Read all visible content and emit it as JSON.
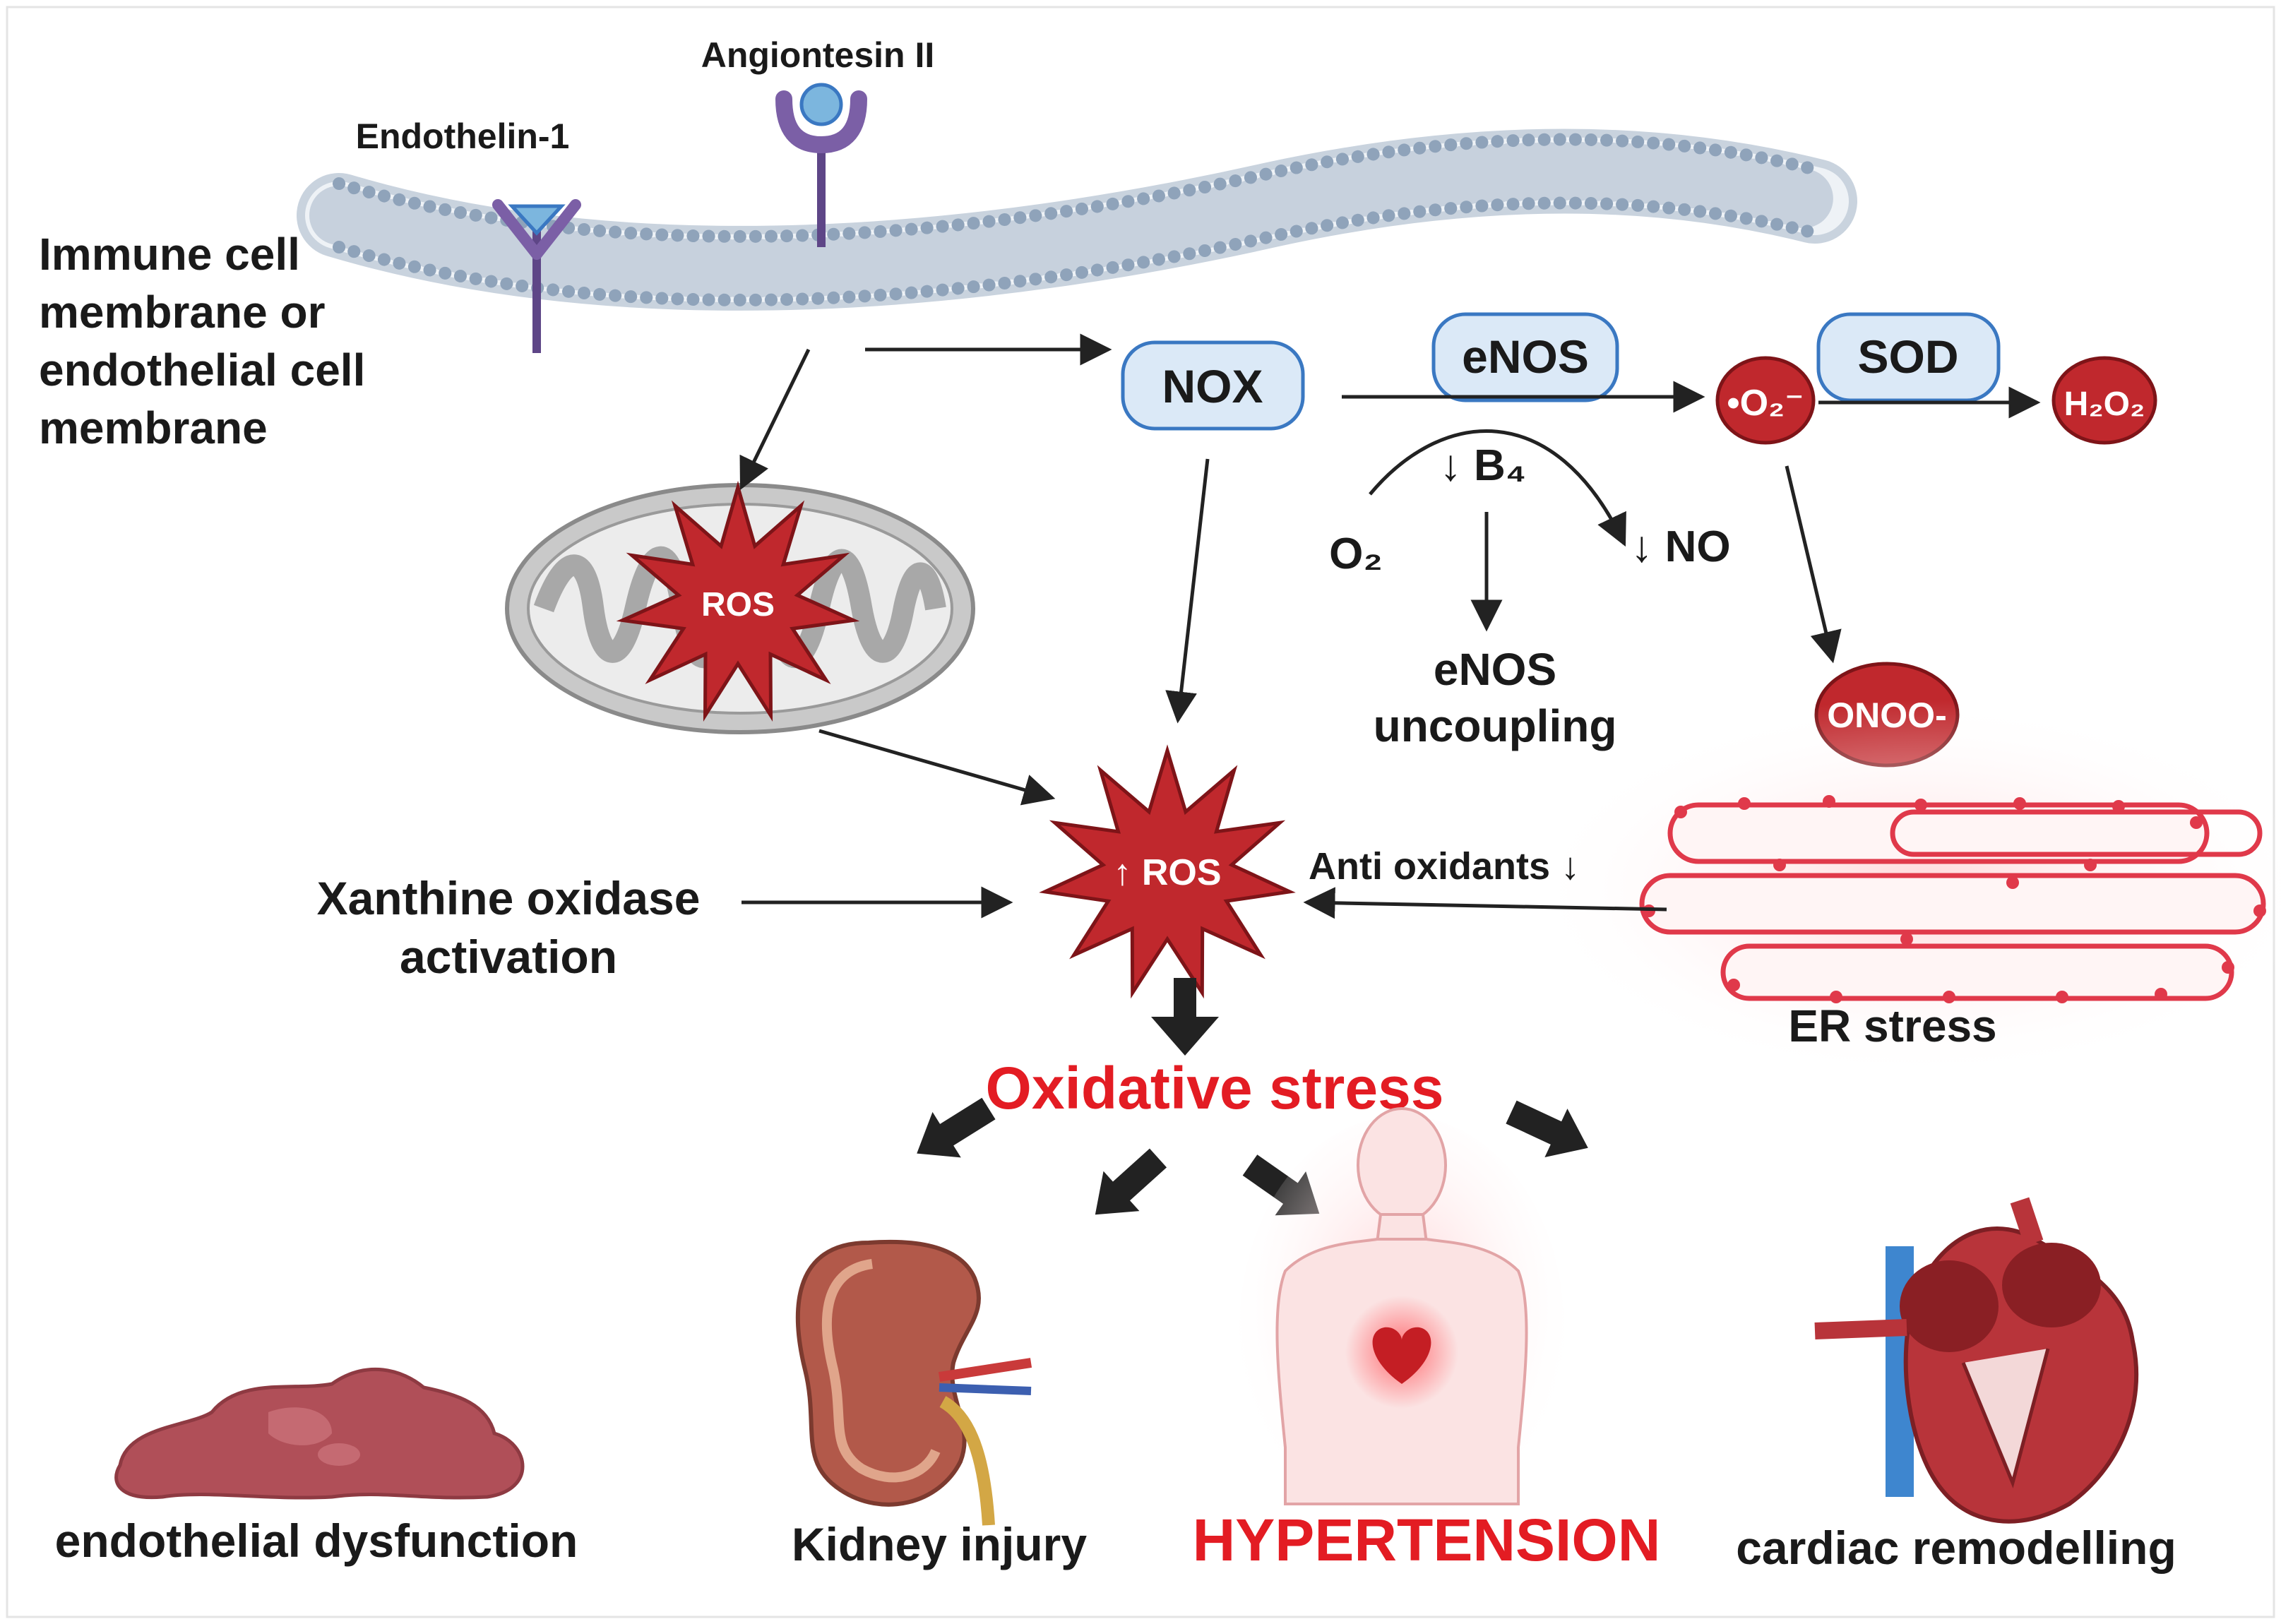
{
  "labels": {
    "angiotensin": "Angiontesin II",
    "endothelin": "Endothelin-1",
    "membrane": [
      "Immune cell",
      "membrane or",
      "endothelial cell",
      "membrane"
    ],
    "nox": "NOX",
    "enos": "eNOS",
    "sod": "SOD",
    "superoxide": "•O₂⁻",
    "h2o2": "H₂O₂",
    "b4": "↓ B₄",
    "o2": "O₂",
    "no": "↓ NO",
    "enos_uncoupling": [
      "eNOS",
      "uncoupling"
    ],
    "ros_mito": "ROS",
    "ros_up": "↑ ROS",
    "onoo": "ONOO-",
    "xanthine": [
      "Xanthine oxidase",
      "activation"
    ],
    "antioxidants": "Anti oxidants ↓",
    "er_stress": "ER stress",
    "oxidative_stress": "Oxidative stress",
    "endothelial_dysfunction": "endothelial dysfunction",
    "kidney_injury": "Kidney injury",
    "hypertension": "HYPERTENSION",
    "cardiac_remodelling": "cardiac remodelling"
  },
  "colors": {
    "accent_red": "#e31c23",
    "node_blue": "#dbe9f7",
    "node_stroke": "#3a78c2",
    "dark_red": "#c0282d",
    "receptor_purple": "#7b5fa6",
    "membrane_blue": "#9fb0c4"
  }
}
